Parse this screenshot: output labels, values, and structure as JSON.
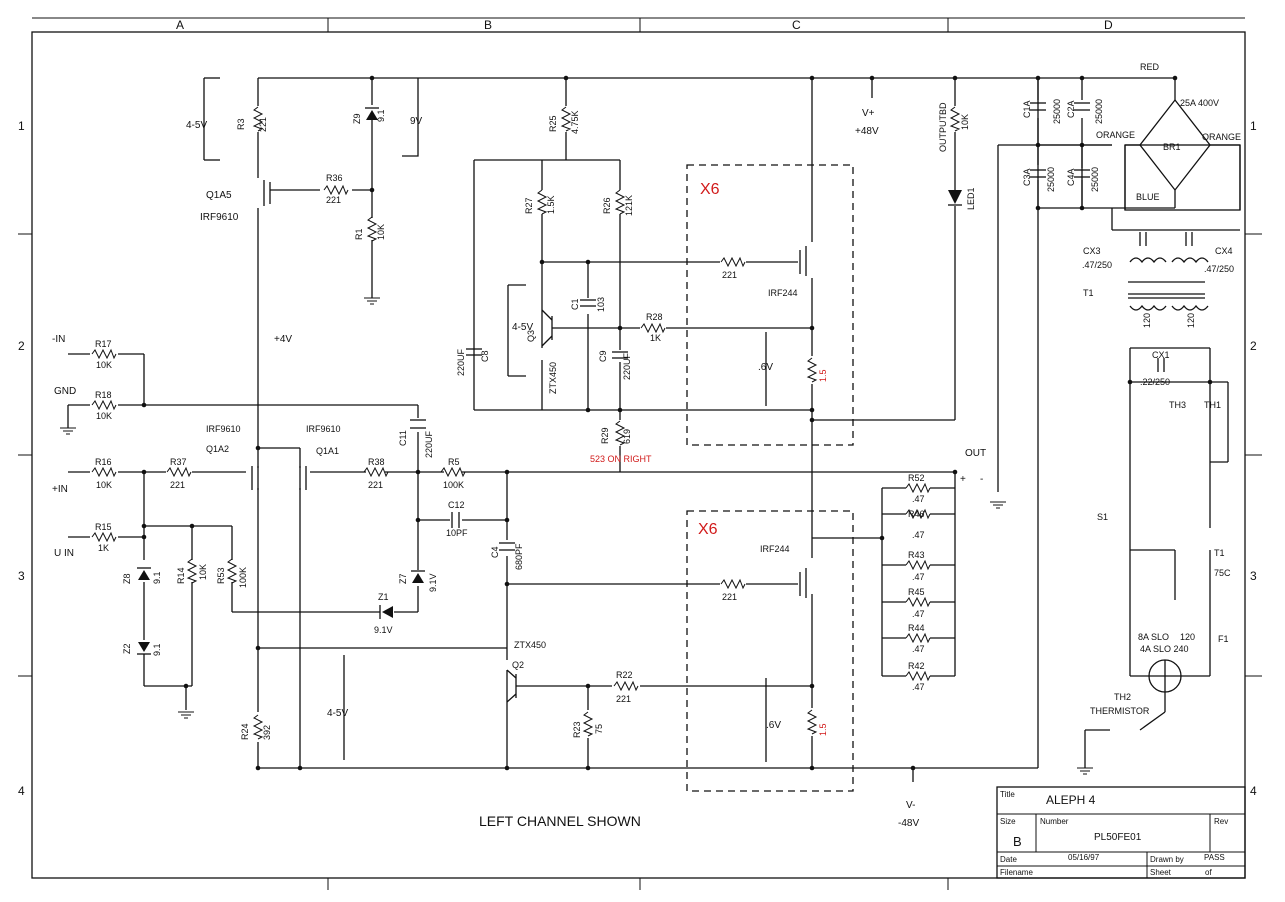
{
  "border": {
    "columns": [
      "A",
      "B",
      "C",
      "D"
    ],
    "rows": [
      "1",
      "2",
      "3",
      "4"
    ]
  },
  "title_block": {
    "title_label": "Title",
    "title": "ALEPH 4",
    "size_label": "Size",
    "size": "B",
    "number_label": "Number",
    "number": "PL50FE01",
    "rev_label": "Rev",
    "date_label": "Date",
    "date": "05/16/97",
    "drawn_by_label": "Drawn by",
    "drawn_by": "PASS",
    "filename_label": "Filename",
    "sheet_label": "Sheet",
    "of_label": "of"
  },
  "caption": "LEFT CHANNEL SHOWN",
  "annotations": {
    "v_plus": "V+",
    "v_plus_val": "+48V",
    "v_minus": "V-",
    "v_minus_val": "-48V",
    "out": "OUT",
    "plus": "+",
    "minus": "-",
    "x6_top": "X6",
    "x6_bot": "X6",
    "r29_note": "523 ON RIGHT",
    "v45_top": "4-5V",
    "v9": "9V",
    "v4": "+4V",
    "v45_mid": "4-5V",
    "v45_bot": "4-5V",
    "v06_top": ".6V",
    "v06_bot": ".6V",
    "in_minus": "-IN",
    "gnd": "GND",
    "in_plus": "+IN",
    "u_in": "U IN",
    "red": "RED",
    "orange_l": "ORANGE",
    "orange_r": "ORANGE",
    "blue": "BLUE",
    "br1_rating": "25A 400V",
    "br1": "BR1",
    "t1": "T1",
    "s1": "S1",
    "th1": "TH1",
    "th3": "TH3",
    "t1_thermal": "T1",
    "t1_thermal_val": "75C",
    "f1": "F1",
    "fuse1": "8A SLO",
    "fuse1_v": "120",
    "fuse2": "4A SLO 240",
    "th2": "TH2",
    "thermistor": "THERMISTOR"
  },
  "components": {
    "r3": {
      "ref": "R3",
      "val": "221"
    },
    "z9": {
      "ref": "Z9",
      "val": "9.1"
    },
    "q1a5": {
      "ref": "Q1A5",
      "part": "IRF9610"
    },
    "r36": {
      "ref": "R36",
      "val": "221"
    },
    "r1": {
      "ref": "R1",
      "val": "10K"
    },
    "r25": {
      "ref": "R25",
      "val": "4.75K"
    },
    "r27": {
      "ref": "R27",
      "val": "1.5K"
    },
    "r26": {
      "ref": "R26",
      "val": "121K"
    },
    "c1": {
      "ref": "C1",
      "val": "103"
    },
    "q3": {
      "ref": "Q3",
      "part": "ZTX450"
    },
    "c8": {
      "ref": "C8",
      "val": "220UF"
    },
    "c9": {
      "ref": "C9",
      "val": "220UF"
    },
    "r28": {
      "ref": "R28",
      "val": "1K"
    },
    "r29": {
      "ref": "R29",
      "val": "619"
    },
    "mosfet_top": {
      "part": "IRF244",
      "r": "221",
      "rs": "1.5"
    },
    "mosfet_bot": {
      "part": "IRF244",
      "r": "221",
      "rs": "1.5"
    },
    "r17": {
      "ref": "R17",
      "val": "10K"
    },
    "r18": {
      "ref": "R18",
      "val": "10K"
    },
    "r16": {
      "ref": "R16",
      "val": "10K"
    },
    "r37": {
      "ref": "R37",
      "val": "221"
    },
    "r15": {
      "ref": "R15",
      "val": "1K"
    },
    "q1a2": {
      "ref": "Q1A2",
      "part": "IRF9610"
    },
    "q1a1": {
      "ref": "Q1A1",
      "part": "IRF9610"
    },
    "r38": {
      "ref": "R38",
      "val": "221"
    },
    "c11": {
      "ref": "C11",
      "val": "220UF"
    },
    "r5": {
      "ref": "R5",
      "val": "100K"
    },
    "c12": {
      "ref": "C12",
      "val": "10PF"
    },
    "c4": {
      "ref": "C4",
      "val": "680PF"
    },
    "z8": {
      "ref": "Z8",
      "val": "9.1"
    },
    "r14": {
      "ref": "R14",
      "val": "10K"
    },
    "r53": {
      "ref": "R53",
      "val": "100K"
    },
    "z7": {
      "ref": "Z7",
      "val": "9.1V"
    },
    "z1": {
      "ref": "Z1",
      "val": "9.1V"
    },
    "z2": {
      "ref": "Z2",
      "val": "9.1"
    },
    "q2": {
      "ref": "Q2",
      "part": "ZTX450"
    },
    "r22": {
      "ref": "R22",
      "val": "221"
    },
    "r23": {
      "ref": "R23",
      "val": "75"
    },
    "r24": {
      "ref": "R24",
      "val": "392"
    },
    "r52": {
      "ref": "R52",
      "val": ".47"
    },
    "r46": {
      "ref": "R46",
      "val": ".47"
    },
    "r43": {
      "ref": "R43",
      "val": ".47"
    },
    "r45": {
      "ref": "R45",
      "val": ".47"
    },
    "r44": {
      "ref": "R44",
      "val": ".47"
    },
    "r42": {
      "ref": "R42",
      "val": ".47"
    },
    "outputbd": {
      "ref": "OUTPUTBD",
      "val": "10K"
    },
    "led1": {
      "ref": "LED1"
    },
    "c1a": {
      "ref": "C1A",
      "val": "25000"
    },
    "c2a": {
      "ref": "C2A",
      "val": "25000"
    },
    "c3a": {
      "ref": "C3A",
      "val": "25000"
    },
    "c4a": {
      "ref": "C4A",
      "val": "25000"
    },
    "cx3": {
      "ref": "CX3",
      "val": ".47/250"
    },
    "cx4": {
      "ref": "CX4",
      "val": ".47/250"
    },
    "cx1": {
      "ref": "CX1",
      "val": ".22/250"
    },
    "t1_windings": [
      "120",
      "120"
    ]
  }
}
